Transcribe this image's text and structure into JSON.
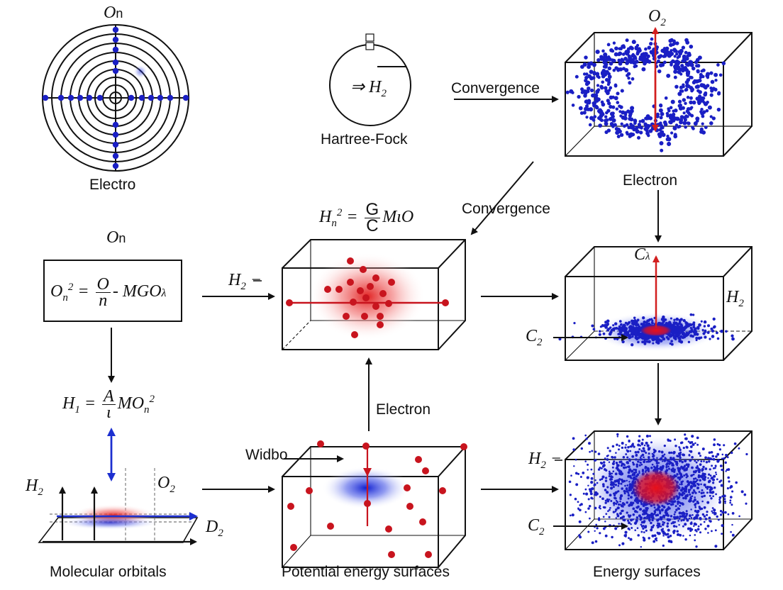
{
  "labels": {
    "top_left_title": "On",
    "electro": "Electro",
    "hartree_fock": "Hartree-Fock",
    "circle_arrow_label": "⇒ H2",
    "convergence_top": "Convergence",
    "o2_top": "O2",
    "electron_top": "Electron",
    "convergence_mid": "Convergence",
    "on_mid": "On",
    "h2_mid_left": "H2 −",
    "c_lambda": "Cλ",
    "h2_right": "H2",
    "c2_mid": "C2",
    "electron_mid": "Electron",
    "widbo": "Widbo",
    "h2_bottom_left": "H2",
    "o2_bottom_left": "O2",
    "d2_bottom_left": "D2",
    "h2_bottom_right": "H2 −",
    "c2_bottom": "C2",
    "caption_left": "Molecular orbitals",
    "caption_mid": "Potential energy surfaces",
    "caption_right": "Energy surfaces"
  },
  "equations": {
    "eq1_lhs": "On",
    "eq1_sup": "2",
    "eq1_eq": "=",
    "eq1_num": "O",
    "eq1_den": "n",
    "eq1_rhs": "- MGOλ",
    "eq2_lhs": "H1 =",
    "eq2_num": "A",
    "eq2_den": "ι",
    "eq2_rhs": "MOn",
    "eq2_sup": "2",
    "eq3_lhs": "Hn",
    "eq3_sup": "2",
    "eq3_eq": "=",
    "eq3_num": "G",
    "eq3_den": "C",
    "eq3_rhs": "MιO"
  },
  "colors": {
    "blue_dot": "#1a1fc4",
    "red_dot": "#c8141e",
    "line": "#111111",
    "red_arrow": "#d21f1f",
    "blue_arrow": "#1c2fd0"
  }
}
